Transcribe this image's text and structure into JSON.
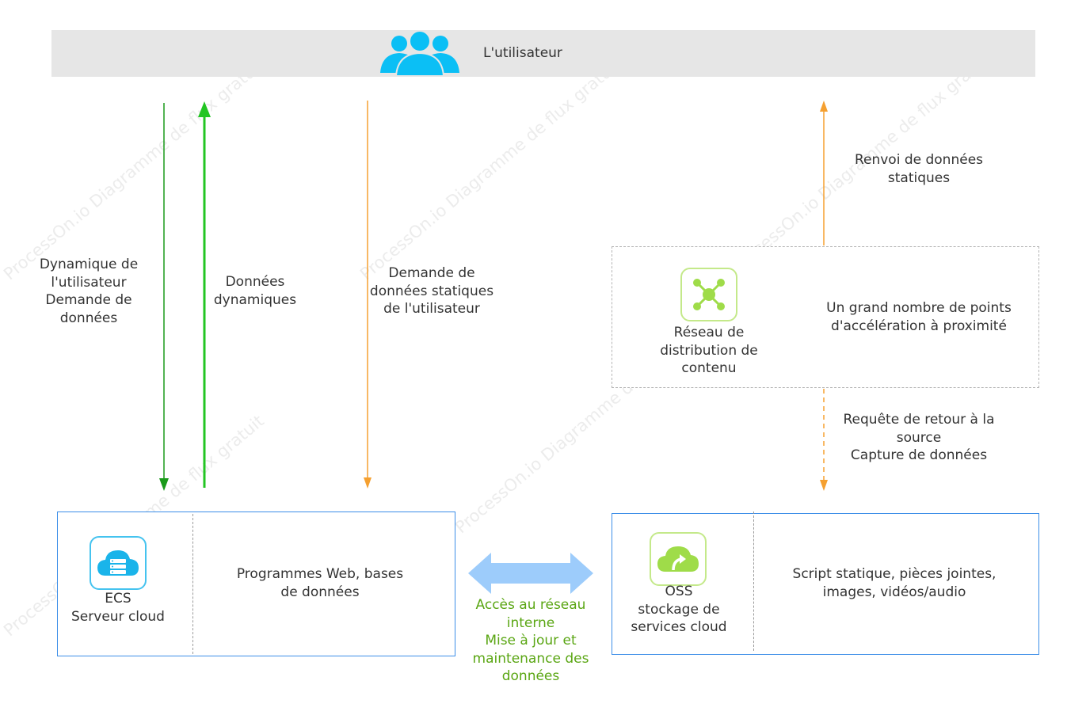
{
  "user": {
    "label": "L'utilisateur",
    "icon": "users-icon"
  },
  "arrows": {
    "dynamic_request": [
      "Dynamique de",
      "l'utilisateur",
      "Demande de",
      "données"
    ],
    "dynamic_data": [
      "Données",
      "dynamiques"
    ],
    "static_request": [
      "Demande de",
      "données statiques",
      "de l'utilisateur"
    ],
    "static_return": [
      "Renvoi de données",
      "statiques"
    ],
    "origin_request": [
      "Requête de retour à la",
      "source",
      "Capture de données"
    ],
    "internal_access": [
      "Accès au réseau",
      "interne",
      "Mise à jour et",
      "maintenance des",
      "données"
    ]
  },
  "cdn": {
    "name": [
      "Réseau de",
      "distribution de",
      "contenu"
    ],
    "description": [
      "Un grand nombre de points",
      "d'accélération à proximité"
    ],
    "icon": "network-nodes-icon"
  },
  "ecs": {
    "name": [
      "ECS",
      "Serveur cloud"
    ],
    "description": [
      "Programmes Web, bases",
      "de données"
    ],
    "icon": "cloud-server-icon"
  },
  "oss": {
    "name": [
      "OSS",
      "stockage de",
      "services cloud"
    ],
    "description": [
      "Script statique, pièces jointes,",
      "images, vidéos/audio"
    ],
    "icon": "cloud-upload-icon"
  },
  "colors": {
    "dark_green": "#1a9a1a",
    "bright_green": "#22c522",
    "orange": "#f5a030",
    "blue_border": "#3c8ee8",
    "light_blue_arrow": "#9dccfb",
    "user_icon": "#0bbff5",
    "label_green": "#5aa613"
  }
}
